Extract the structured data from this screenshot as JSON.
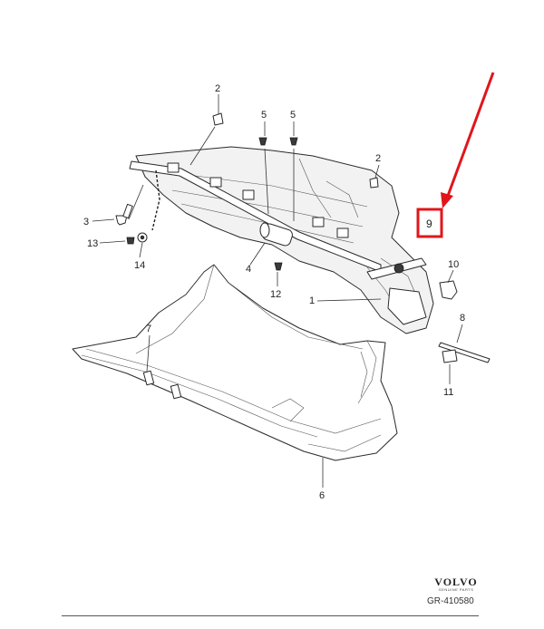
{
  "callouts": {
    "c1": "1",
    "c2a": "2",
    "c2b": "2",
    "c3": "3",
    "c4": "4",
    "c5a": "5",
    "c5b": "5",
    "c6": "6",
    "c7": "7",
    "c8": "8",
    "c9": "9",
    "c10": "10",
    "c11": "11",
    "c12": "12",
    "c13": "13",
    "c14": "14"
  },
  "highlight": {
    "color": "#e0161b"
  },
  "brand": {
    "name": "VOLVO",
    "sub": "GENUINE PARTS"
  },
  "reference": "GR-410580"
}
